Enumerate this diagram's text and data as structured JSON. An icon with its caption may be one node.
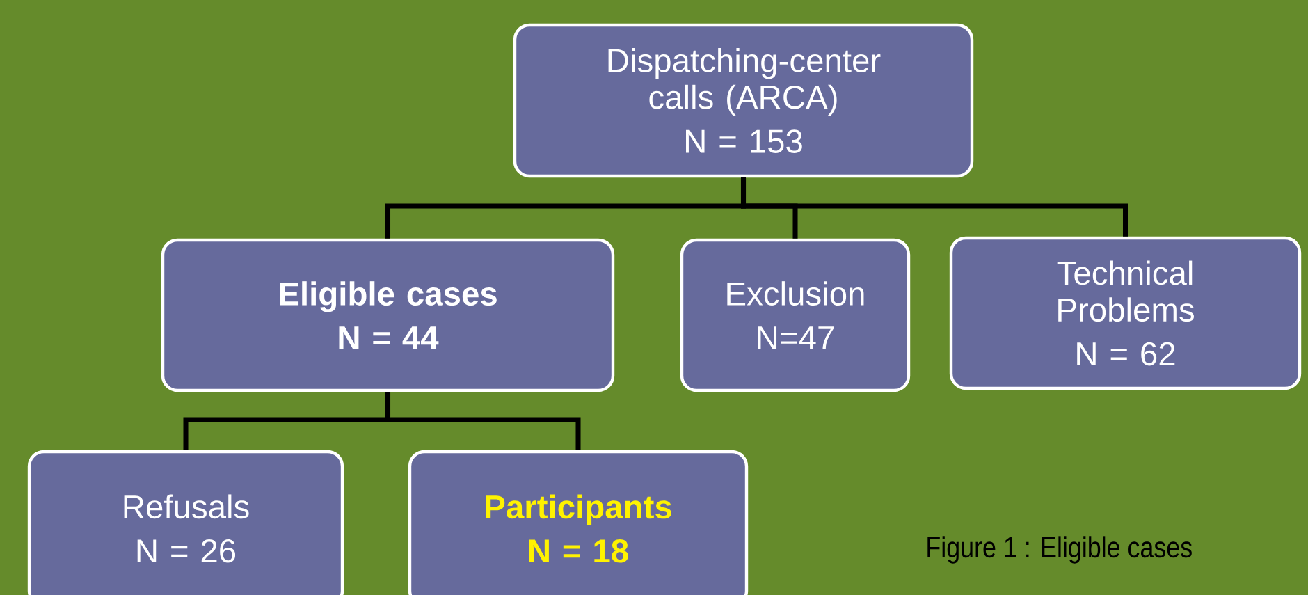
{
  "diagram": {
    "nodes": [
      {
        "text": [
          "Dispatching-center calls (ARCA)",
          "N = 153"
        ]
      },
      {
        "text": [
          "Eligible cases",
          "N = 44"
        ]
      },
      {
        "text": [
          "Exclusion",
          "N=47"
        ]
      },
      {
        "text": [
          "Technical Problems",
          "N = 62"
        ]
      },
      {
        "text": [
          "Refusals",
          "N = 26"
        ]
      },
      {
        "text": [
          "Participants",
          "N = 18"
        ]
      }
    ],
    "edges": [
      {
        "from": 0,
        "to": 1,
        "arrow": "none"
      },
      {
        "from": 0,
        "to": 2,
        "arrow": "none"
      },
      {
        "from": 0,
        "to": 3,
        "arrow": "none"
      },
      {
        "from": 1,
        "to": 4,
        "arrow": "none"
      },
      {
        "from": 1,
        "to": 5,
        "arrow": "none"
      }
    ],
    "labels": [
      "Figure 1 : Eligible cases"
    ]
  }
}
